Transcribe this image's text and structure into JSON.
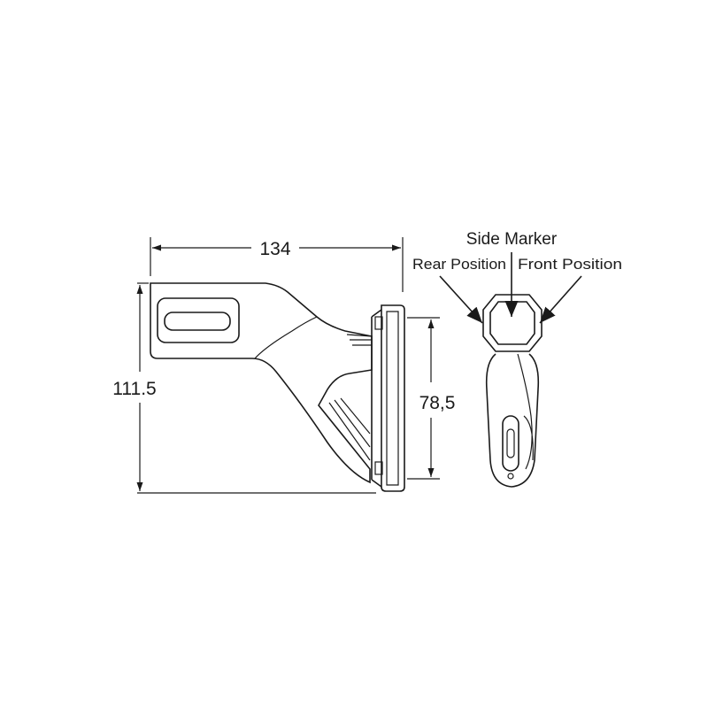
{
  "dimensions": {
    "width": "134",
    "height": "111.5",
    "mount_height": "78,5"
  },
  "labels": {
    "side_marker": "Side Marker",
    "rear_position": "Rear Position",
    "front_position": "Front Position"
  },
  "colors": {
    "line": "#1a1a1a",
    "background": "#ffffff"
  }
}
